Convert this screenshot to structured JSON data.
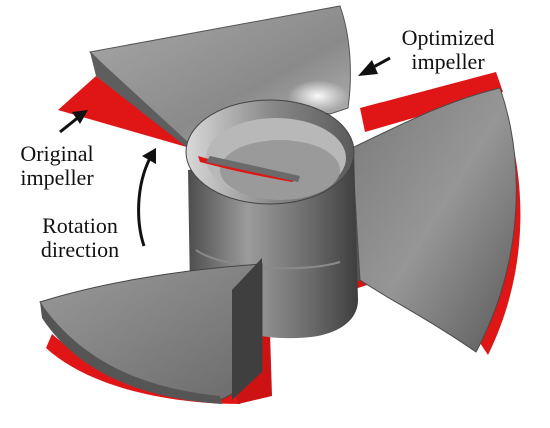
{
  "annotations": {
    "optimized": [
      "Optimized",
      "impeller"
    ],
    "original": [
      "Original",
      "impeller"
    ],
    "rotation": [
      "Rotation",
      "direction"
    ]
  },
  "colors": {
    "original_blade": "#e01616",
    "optimized_blade": "#8c8c8c",
    "hub": "#7a7a7a",
    "arrow": "#111111"
  }
}
